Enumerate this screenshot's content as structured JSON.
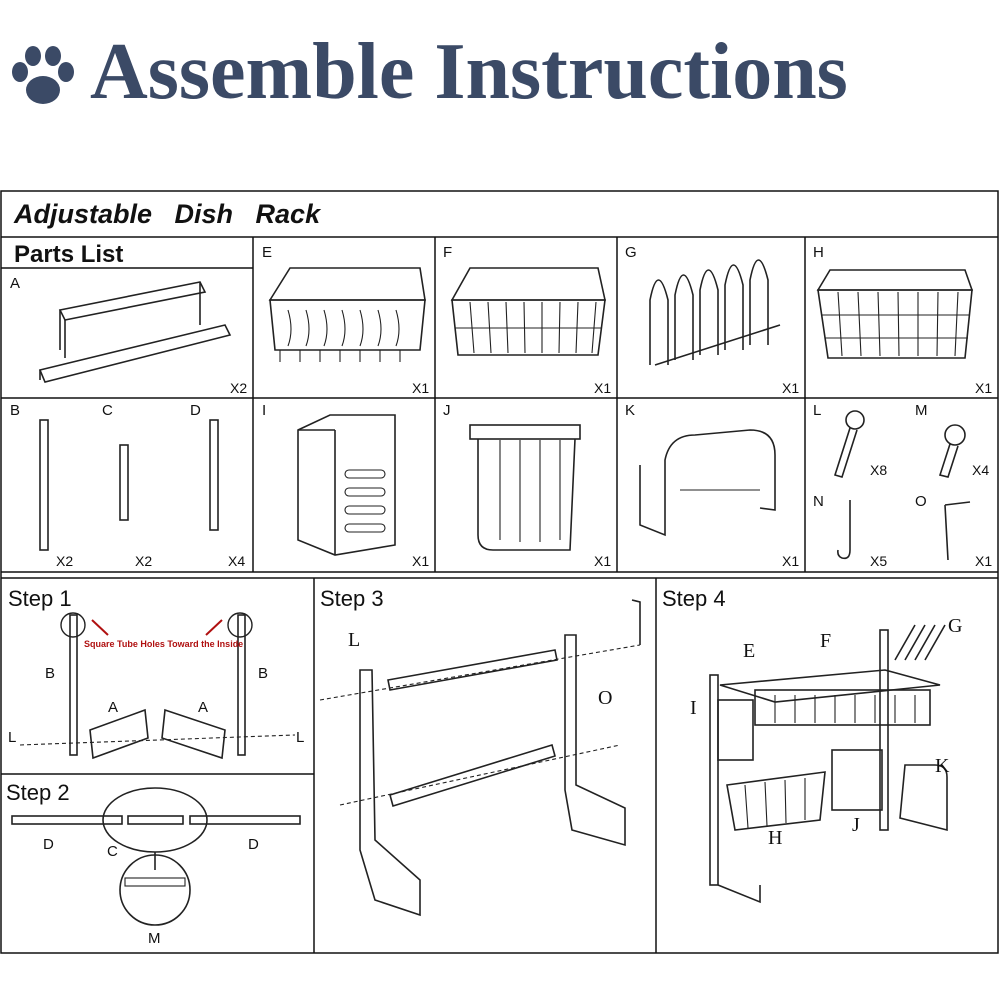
{
  "header": {
    "title": "Assemble Instructions",
    "icon": "paw-icon",
    "title_color": "#3b4a66"
  },
  "sheet": {
    "title": "Adjustable   Dish   Rack",
    "parts_list_title": "Parts List",
    "parts": {
      "A": {
        "label": "A",
        "qty": "X2"
      },
      "B": {
        "label": "B",
        "qty": "X2"
      },
      "C": {
        "label": "C",
        "qty": "X2"
      },
      "D": {
        "label": "D",
        "qty": "X4"
      },
      "E": {
        "label": "E",
        "qty": "X1"
      },
      "F": {
        "label": "F",
        "qty": "X1"
      },
      "G": {
        "label": "G",
        "qty": "X1"
      },
      "H": {
        "label": "H",
        "qty": "X1"
      },
      "I": {
        "label": "I",
        "qty": "X1"
      },
      "J": {
        "label": "J",
        "qty": "X1"
      },
      "K": {
        "label": "K",
        "qty": "X1"
      },
      "L": {
        "label": "L",
        "qty": "X8"
      },
      "M": {
        "label": "M",
        "qty": "X4"
      },
      "N": {
        "label": "N",
        "qty": "X5"
      },
      "O": {
        "label": "O",
        "qty": "X1"
      }
    },
    "steps": {
      "step1": {
        "title": "Step 1",
        "note": "Square Tube Holes Toward the Inside",
        "labels": {
          "b_left": "B",
          "b_right": "B",
          "a_left": "A",
          "a_right": "A",
          "l_left": "L",
          "l_right": "L"
        }
      },
      "step2": {
        "title": "Step 2",
        "labels": {
          "d_left": "D",
          "c": "C",
          "d_right": "D",
          "m": "M"
        }
      },
      "step3": {
        "title": "Step 3",
        "labels": {
          "l": "L",
          "o": "O"
        }
      },
      "step4": {
        "title": "Step 4",
        "labels": {
          "e": "E",
          "f": "F",
          "g": "G",
          "i": "I",
          "h": "H",
          "j": "J",
          "k": "K"
        }
      }
    }
  }
}
